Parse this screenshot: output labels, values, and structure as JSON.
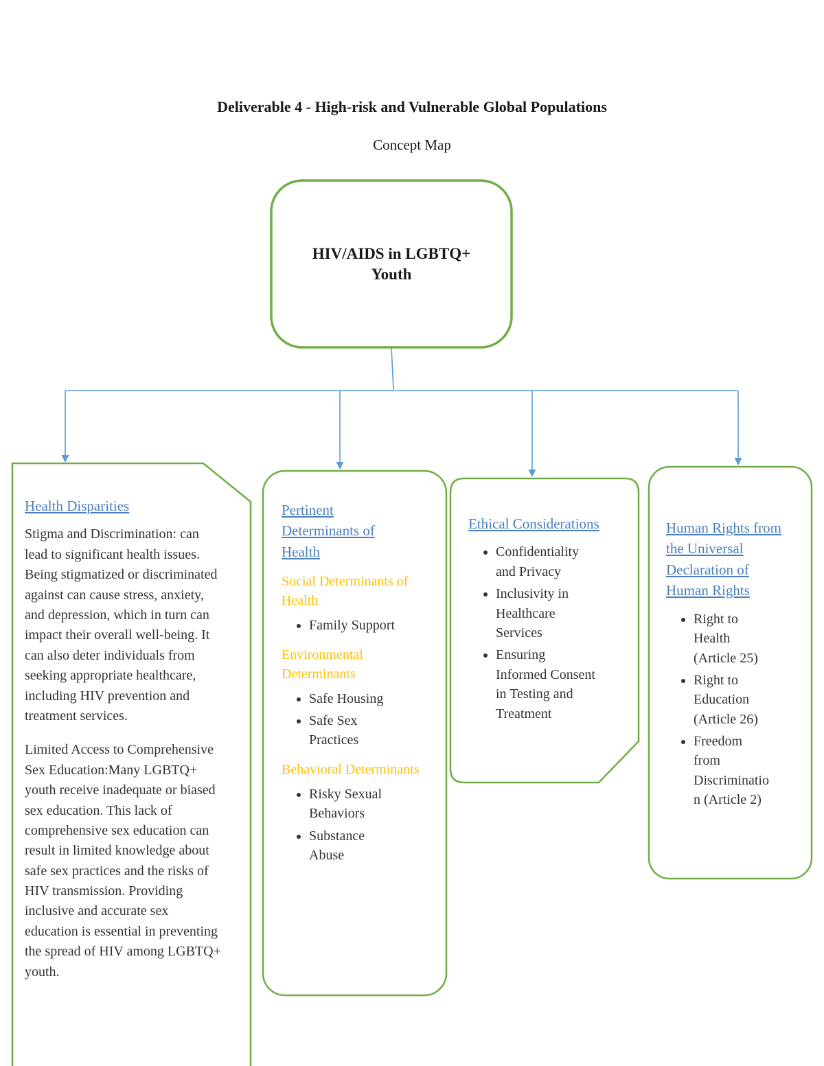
{
  "page": {
    "title": "Deliverable 4 - High-risk and Vulnerable Global Populations",
    "subtitle": "Concept Map"
  },
  "root": {
    "label": "HIV/AIDS in LGBTQ+ Youth"
  },
  "nodes": {
    "health_disparities": {
      "heading": "Health Disparities",
      "paragraphs": [
        "Stigma and Discrimination: can lead to significant health issues. Being stigmatized or discriminated against can cause stress, anxiety, and depression, which in turn can impact their overall well-being. It can also deter individuals from seeking appropriate healthcare, including HIV prevention and treatment services.",
        "Limited Access to Comprehensive Sex Education:Many LGBTQ+ youth receive inadequate or biased sex education. This lack of comprehensive sex education can result in limited knowledge about safe sex practices and the risks of HIV transmission. Providing inclusive and accurate sex education is essential in preventing the spread of HIV among LGBTQ+ youth."
      ]
    },
    "determinants": {
      "heading": "Pertinent Determinants of Health",
      "sections": [
        {
          "title": "Social Determinants of Health",
          "bullets": [
            "Family Support"
          ]
        },
        {
          "title": "Environmental Determinants",
          "bullets": [
            "Safe Housing",
            "Safe Sex Practices"
          ]
        },
        {
          "title": "Behavioral Determinants",
          "bullets": [
            "Risky Sexual Behaviors",
            "Substance Abuse"
          ]
        }
      ]
    },
    "ethical": {
      "heading": "Ethical Considerations",
      "bullets": [
        "Confidentiality and Privacy",
        "Inclusivity in Healthcare Services",
        "Ensuring Informed Consent in Testing and Treatment"
      ]
    },
    "human_rights": {
      "heading": "Human Rights from the Universal Declaration of Human Rights",
      "bullets": [
        "Right to Health (Article 25)",
        "Right to Education (Article 26)",
        "Freedom from Discrimination (Article 2)"
      ]
    }
  },
  "colors": {
    "box_border_green": "#70ad47",
    "heading_blue": "#4a7ebb",
    "section_orange": "#ffc000",
    "connector_blue": "#5b9bd5"
  }
}
